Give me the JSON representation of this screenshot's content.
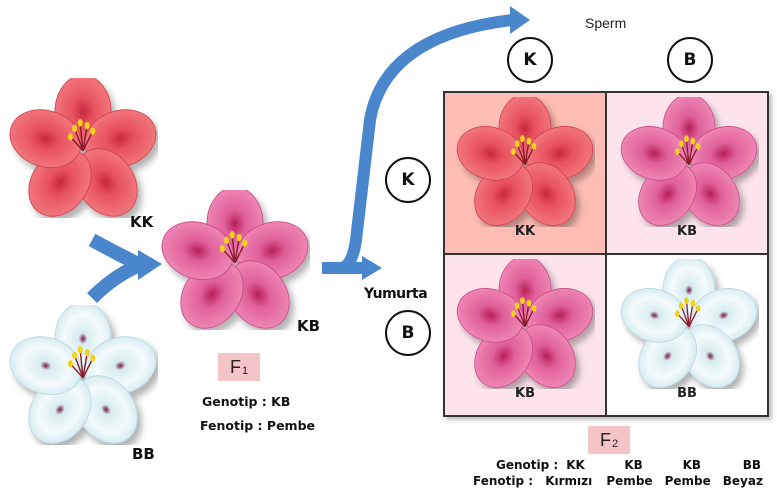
{
  "colors": {
    "red_flower": "#e8525f",
    "pink_flower": "#e0609a",
    "white_flower": "#eef8fa",
    "arrow": "#4a86cc",
    "cell_KK_bg": "#fdbcb4",
    "cell_KB_bg": "#fde4ec",
    "cell_BB_bg": "#ffffff",
    "badge_bg": "#f4c4c6"
  },
  "parents": {
    "red": {
      "genotype": "KK"
    },
    "white": {
      "genotype": "BB"
    }
  },
  "f1": {
    "genotype_label": "KB",
    "badge": {
      "letter": "F",
      "sub": "1"
    },
    "genotype_line": "Genotip : KB",
    "phenotype_line": "Fenotip : Pembe"
  },
  "punnett": {
    "sperm_label": "Sperm",
    "egg_label": "Yumurta",
    "sperm_alleles": [
      "K",
      "B"
    ],
    "egg_alleles": [
      "K",
      "B"
    ],
    "cells": [
      {
        "genotype": "KK",
        "color": "red"
      },
      {
        "genotype": "KB",
        "color": "pink"
      },
      {
        "genotype": "KB",
        "color": "pink"
      },
      {
        "genotype": "BB",
        "color": "white"
      }
    ]
  },
  "f2": {
    "badge": {
      "letter": "F",
      "sub": "2"
    },
    "genotype_prefix": "Genotip :",
    "genotypes": [
      "KK",
      "KB",
      "KB",
      "BB"
    ],
    "phenotype_prefix": "Fenotip :",
    "phenotypes": [
      "Kırmızı",
      "Pembe",
      "Pembe",
      "Beyaz"
    ]
  }
}
